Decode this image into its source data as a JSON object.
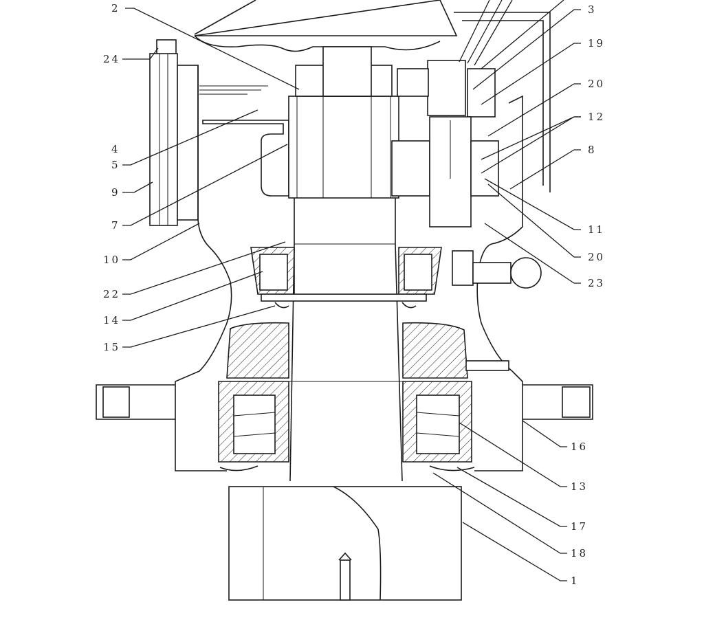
{
  "diagram": {
    "labels": [
      {
        "id": "2",
        "text": "2"
      },
      {
        "id": "24",
        "text": "24"
      },
      {
        "id": "4",
        "text": "4"
      },
      {
        "id": "5",
        "text": "5"
      },
      {
        "id": "9",
        "text": "9"
      },
      {
        "id": "7",
        "text": "7"
      },
      {
        "id": "10",
        "text": "10"
      },
      {
        "id": "22",
        "text": "22"
      },
      {
        "id": "14",
        "text": "14"
      },
      {
        "id": "15",
        "text": "15"
      },
      {
        "id": "3",
        "text": "3"
      },
      {
        "id": "19",
        "text": "19"
      },
      {
        "id": "20a",
        "text": "20"
      },
      {
        "id": "12",
        "text": "12"
      },
      {
        "id": "8",
        "text": "8"
      },
      {
        "id": "11",
        "text": "11"
      },
      {
        "id": "20b",
        "text": "20"
      },
      {
        "id": "23",
        "text": "23"
      },
      {
        "id": "16",
        "text": "16"
      },
      {
        "id": "13",
        "text": "13"
      },
      {
        "id": "17",
        "text": "17"
      },
      {
        "id": "18",
        "text": "18"
      },
      {
        "id": "1",
        "text": "1"
      }
    ]
  }
}
